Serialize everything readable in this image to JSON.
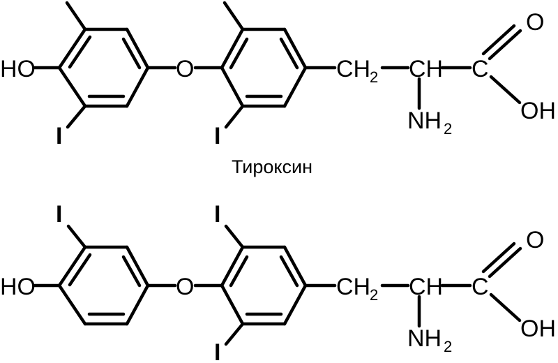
{
  "molecules": [
    {
      "name": "Тироксин",
      "labels": {
        "ho": "HO",
        "bridge_o": "O",
        "iodine_a": "I",
        "iodine_b": "I",
        "ch2": "CH",
        "ch2_sub": "2",
        "ch": "CH",
        "c": "C",
        "carbonyl_o": "O",
        "oh": "OH",
        "nh2": "NH",
        "nh2_sub": "2"
      }
    },
    {
      "name": "",
      "labels": {
        "ho": "HO",
        "bridge_o": "O",
        "iodine_a": "I",
        "iodine_b": "I",
        "iodine_c": "I",
        "ch2": "CH",
        "ch2_sub": "2",
        "ch": "CH",
        "c": "C",
        "carbonyl_o": "O",
        "oh": "OH",
        "nh2": "NH",
        "nh2_sub": "2"
      }
    }
  ]
}
